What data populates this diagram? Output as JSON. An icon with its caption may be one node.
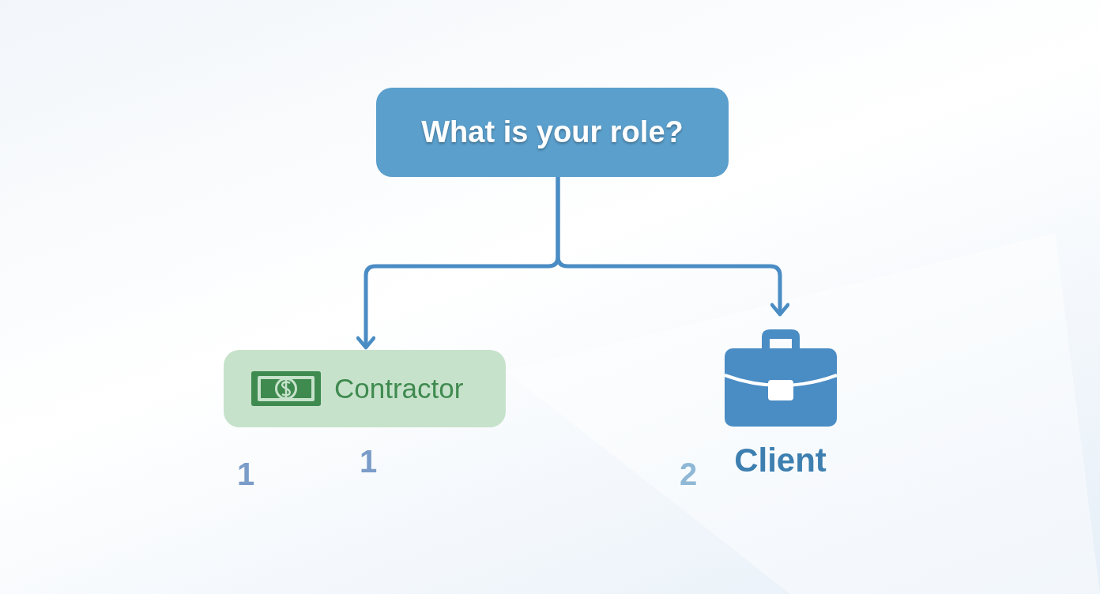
{
  "diagram": {
    "nodes": [
      {
        "text": [
          "What is your role?"
        ]
      },
      {
        "text": [
          "Contractor"
        ]
      },
      {
        "text": [
          "Client"
        ]
      }
    ],
    "edges": [
      {
        "from": 0,
        "to": 1,
        "arrow": "to"
      },
      {
        "from": 0,
        "to": 2,
        "arrow": "to"
      }
    ],
    "labels": [
      "1",
      "1",
      "2"
    ]
  }
}
